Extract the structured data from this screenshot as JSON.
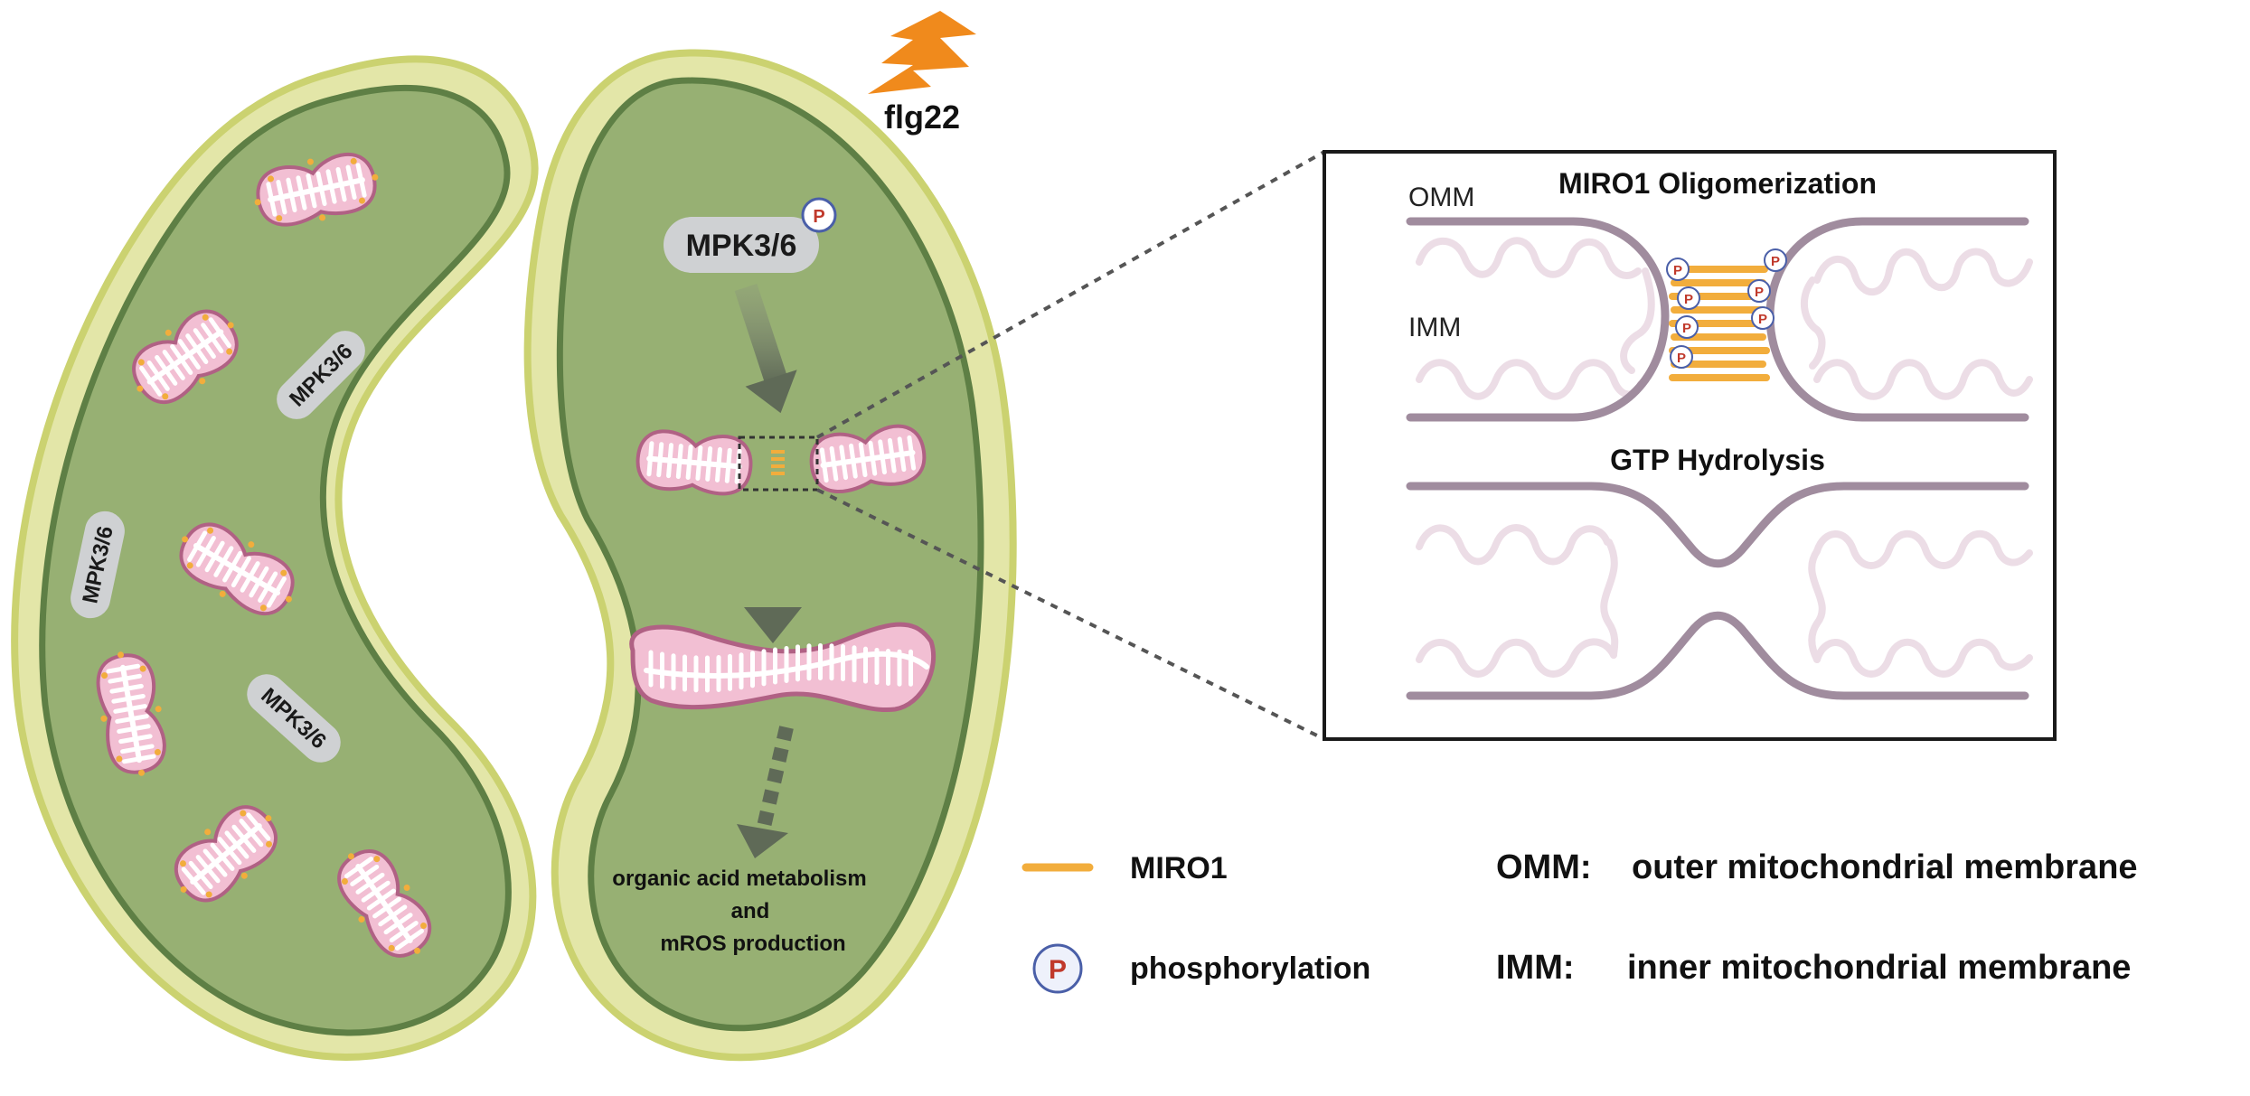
{
  "stimulus": {
    "label": "flg22",
    "icon": "lightning-bolt-icon"
  },
  "kinase": {
    "label": "MPK3/6",
    "phospho_symbol": "P"
  },
  "outcome": {
    "line1": "organic  acid  metabolism",
    "line2": "and",
    "line3": "mROS production"
  },
  "inset": {
    "title_top": "MIRO1 Oligomerization",
    "title_bottom": "GTP Hydrolysis",
    "omm_label": "OMM",
    "imm_label": "IMM"
  },
  "legend": {
    "miro1": "MIRO1",
    "phosphorylation": "phosphorylation",
    "omm_key": "OMM:",
    "omm_desc": "outer mitochondrial membrane",
    "imm_key": "IMM:",
    "imm_desc": "inner mitochondrial membrane"
  },
  "colors": {
    "cell_wall": "#e3e6a8",
    "cell_wall_stroke": "#c8cf6a",
    "cytoplasm": "#97b073",
    "cytoplasm_stroke": "#5e7f45",
    "mito_fill": "#f2bfd3",
    "mito_stroke": "#b06184",
    "miro1": "#f2ad3c",
    "membrane": "#a08c9e",
    "cristae": "#ecdde6",
    "arrow": "#6f7a66",
    "bolt": "#f08a1c",
    "phospho_red": "#c0392b",
    "phospho_ring": "#4a5fa8"
  }
}
